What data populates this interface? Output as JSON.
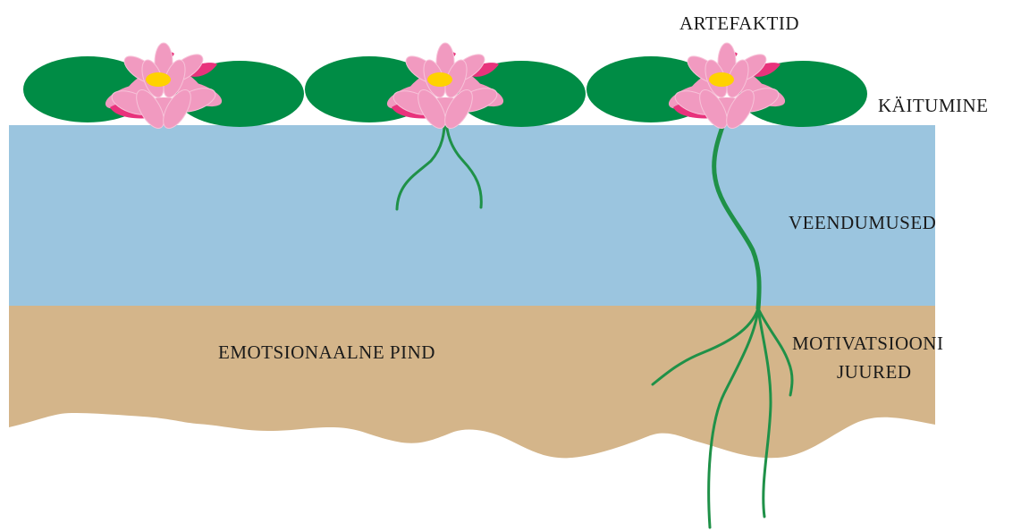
{
  "labels": {
    "artefacts": "ARTEFAKTID",
    "behaviour": "KÄITUMINE",
    "beliefs": "VEENDUMUSED",
    "emotional_ground": "EMOTSIONAALNE PIND",
    "motivation_line1": "MOTIVATSIOONI",
    "motivation_line2": "JUURED"
  },
  "colors": {
    "water": "#9bc5df",
    "soil": "#d4b58a",
    "lily_pad": "#008c45",
    "petal": "#f19ac0",
    "petal_dark": "#e8337c",
    "center": "#ffd200",
    "stem": "#1f9148"
  }
}
